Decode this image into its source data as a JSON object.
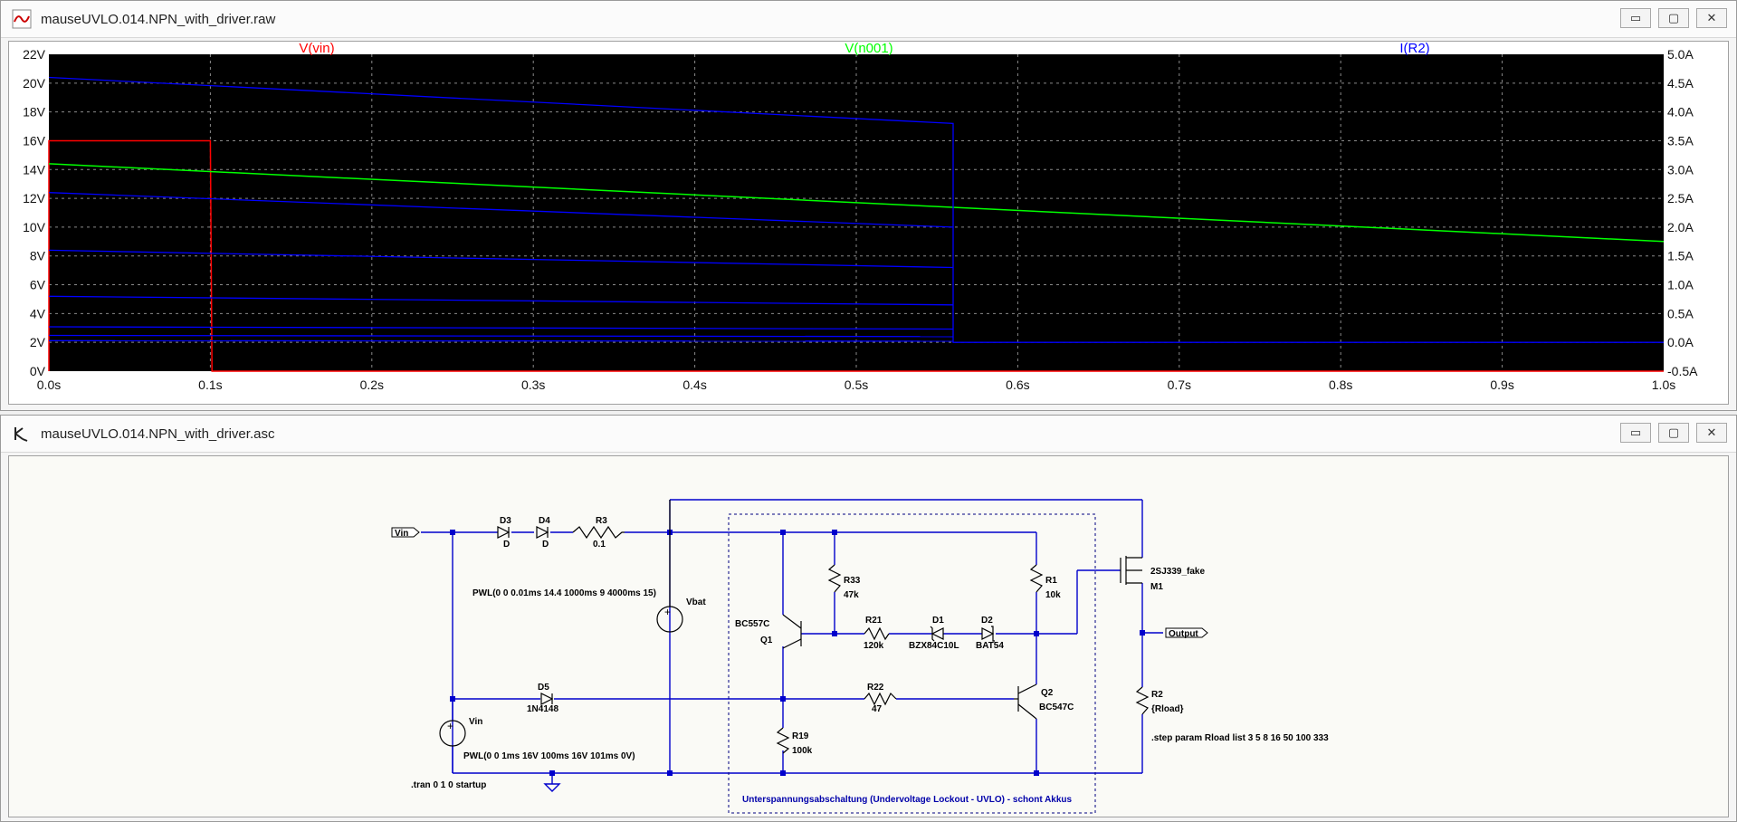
{
  "plot_window": {
    "title": "mauseUVLO.014.NPN_with_driver.raw",
    "buttons": [
      "▭",
      "▢",
      "✕"
    ]
  },
  "schematic_window": {
    "title": "mauseUVLO.014.NPN_with_driver.asc",
    "buttons": [
      "▭",
      "▢",
      "✕"
    ]
  },
  "colors": {
    "vin": "#ff0000",
    "n001": "#00ff00",
    "ir2": "#0000ff",
    "plot_bg": "#000000",
    "wire": "#0000cc"
  },
  "chart_data": {
    "type": "line",
    "traces": [
      "V(vin)",
      "V(n001)",
      "I(R2)"
    ],
    "x_ticks": [
      "0.0s",
      "0.1s",
      "0.2s",
      "0.3s",
      "0.4s",
      "0.5s",
      "0.6s",
      "0.7s",
      "0.8s",
      "0.9s",
      "1.0s"
    ],
    "y_left_ticks": [
      "22V",
      "20V",
      "18V",
      "16V",
      "14V",
      "12V",
      "10V",
      "8V",
      "6V",
      "4V",
      "2V",
      "0V"
    ],
    "y_right_ticks": [
      "5.0A",
      "4.5A",
      "4.0A",
      "3.5A",
      "3.0A",
      "2.5A",
      "2.0A",
      "1.5A",
      "1.0A",
      "0.5A",
      "0.0A",
      "-0.5A"
    ],
    "xlim": [
      0,
      1.0
    ],
    "ylim_left": [
      0,
      22
    ],
    "ylim_right": [
      -0.5,
      5.0
    ],
    "grid": true,
    "series": [
      {
        "name": "V(vin)",
        "axis": "left",
        "color": "#ff0000",
        "x": [
          0,
          0,
          0.1,
          0.1,
          0.101,
          1.0
        ],
        "y": [
          0,
          16,
          16,
          16,
          0,
          0
        ]
      },
      {
        "name": "V(n001)",
        "axis": "left",
        "color": "#00ff00",
        "x": [
          0,
          1.0
        ],
        "y": [
          14.4,
          9.0
        ]
      },
      {
        "name": "I(R2)",
        "axis": "right",
        "color": "#0000ff",
        "groups": [
          {
            "x": [
              0,
              0.56,
              0.56,
              1.0
            ],
            "y": [
              4.6,
              3.8,
              0.0,
              0.0
            ]
          },
          {
            "x": [
              0,
              0.56
            ],
            "y": [
              2.6,
              2.0
            ]
          },
          {
            "x": [
              0,
              0.56
            ],
            "y": [
              1.6,
              1.3
            ]
          },
          {
            "x": [
              0,
              0.56
            ],
            "y": [
              0.8,
              0.65
            ]
          },
          {
            "x": [
              0,
              0.56
            ],
            "y": [
              0.27,
              0.23
            ]
          },
          {
            "x": [
              0,
              0.56
            ],
            "y": [
              0.12,
              0.1
            ]
          },
          {
            "x": [
              0,
              0.56
            ],
            "y": [
              0.03,
              0.02
            ]
          }
        ]
      }
    ]
  },
  "schematic": {
    "labels": {
      "vin_port": "Vin",
      "output_port": "Output",
      "d3": "D3",
      "d3_val": "D",
      "d4": "D4",
      "d4_val": "D",
      "r3": "R3",
      "r3_val": "0.1",
      "vbat": "Vbat",
      "vbat_pwl": "PWL(0 0 0.01ms 14.4 1000ms 9 4000ms 15)",
      "vin_src": "Vin",
      "vin_pwl": "PWL(0 0 1ms 16V 100ms 16V 101ms 0V)",
      "d5": "D5",
      "d5_val": "1N4148",
      "q1_model": "BC557C",
      "q1": "Q1",
      "r33": "R33",
      "r33_val": "47k",
      "r21": "R21",
      "r21_val": "120k",
      "d1": "D1",
      "d1_val": "BZX84C10L",
      "d2": "D2",
      "d2_val": "BAT54",
      "r1": "R1",
      "r1_val": "10k",
      "r22": "R22",
      "r22_val": "47",
      "r19": "R19",
      "r19_val": "100k",
      "q2": "Q2",
      "q2_model": "BC547C",
      "m1_model": "2SJ339_fake",
      "m1": "M1",
      "r2": "R2",
      "r2_val": "{Rload}",
      "step": ".step param Rload list 3 5 8 16 50 100 333",
      "tran": ".tran 0 1 0 startup",
      "uvlo_comment": "Unterspannungsabschaltung (Undervoltage Lockout - UVLO) - schont Akkus"
    }
  }
}
